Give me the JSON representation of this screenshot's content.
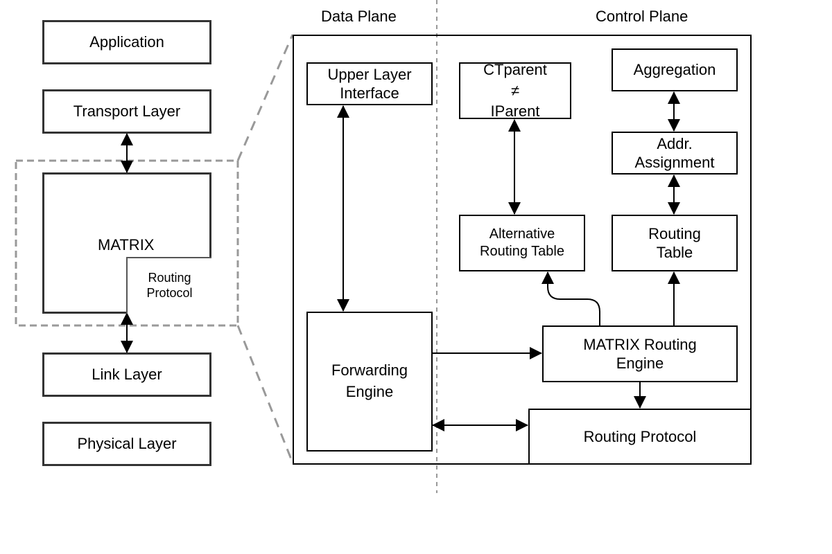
{
  "headers": {
    "data_plane": "Data Plane",
    "control_plane": "Control Plane"
  },
  "stack": {
    "application": "Application",
    "transport": "Transport Layer",
    "matrix": "MATRIX",
    "routing_protocol_line1": "Routing",
    "routing_protocol_line2": "Protocol",
    "link": "Link Layer",
    "physical": "Physical Layer"
  },
  "detail": {
    "upper_layer_line1": "Upper Layer",
    "upper_layer_line2": "Interface",
    "ctparent_line1": "CTparent",
    "ctparent_line2": "≠",
    "ctparent_line3": "IParent",
    "aggregation": "Aggregation",
    "addr_line1": "Addr.",
    "addr_line2": "Assignment",
    "alt_table_line1": "Alternative",
    "alt_table_line2": "Routing Table",
    "routing_table_line1": "Routing",
    "routing_table_line2": "Table",
    "forwarding_line1": "Forwarding",
    "forwarding_line2": "Engine",
    "matrix_engine_line1": "MATRIX Routing",
    "matrix_engine_line2": "Engine",
    "routing_protocol": "Routing Protocol"
  }
}
